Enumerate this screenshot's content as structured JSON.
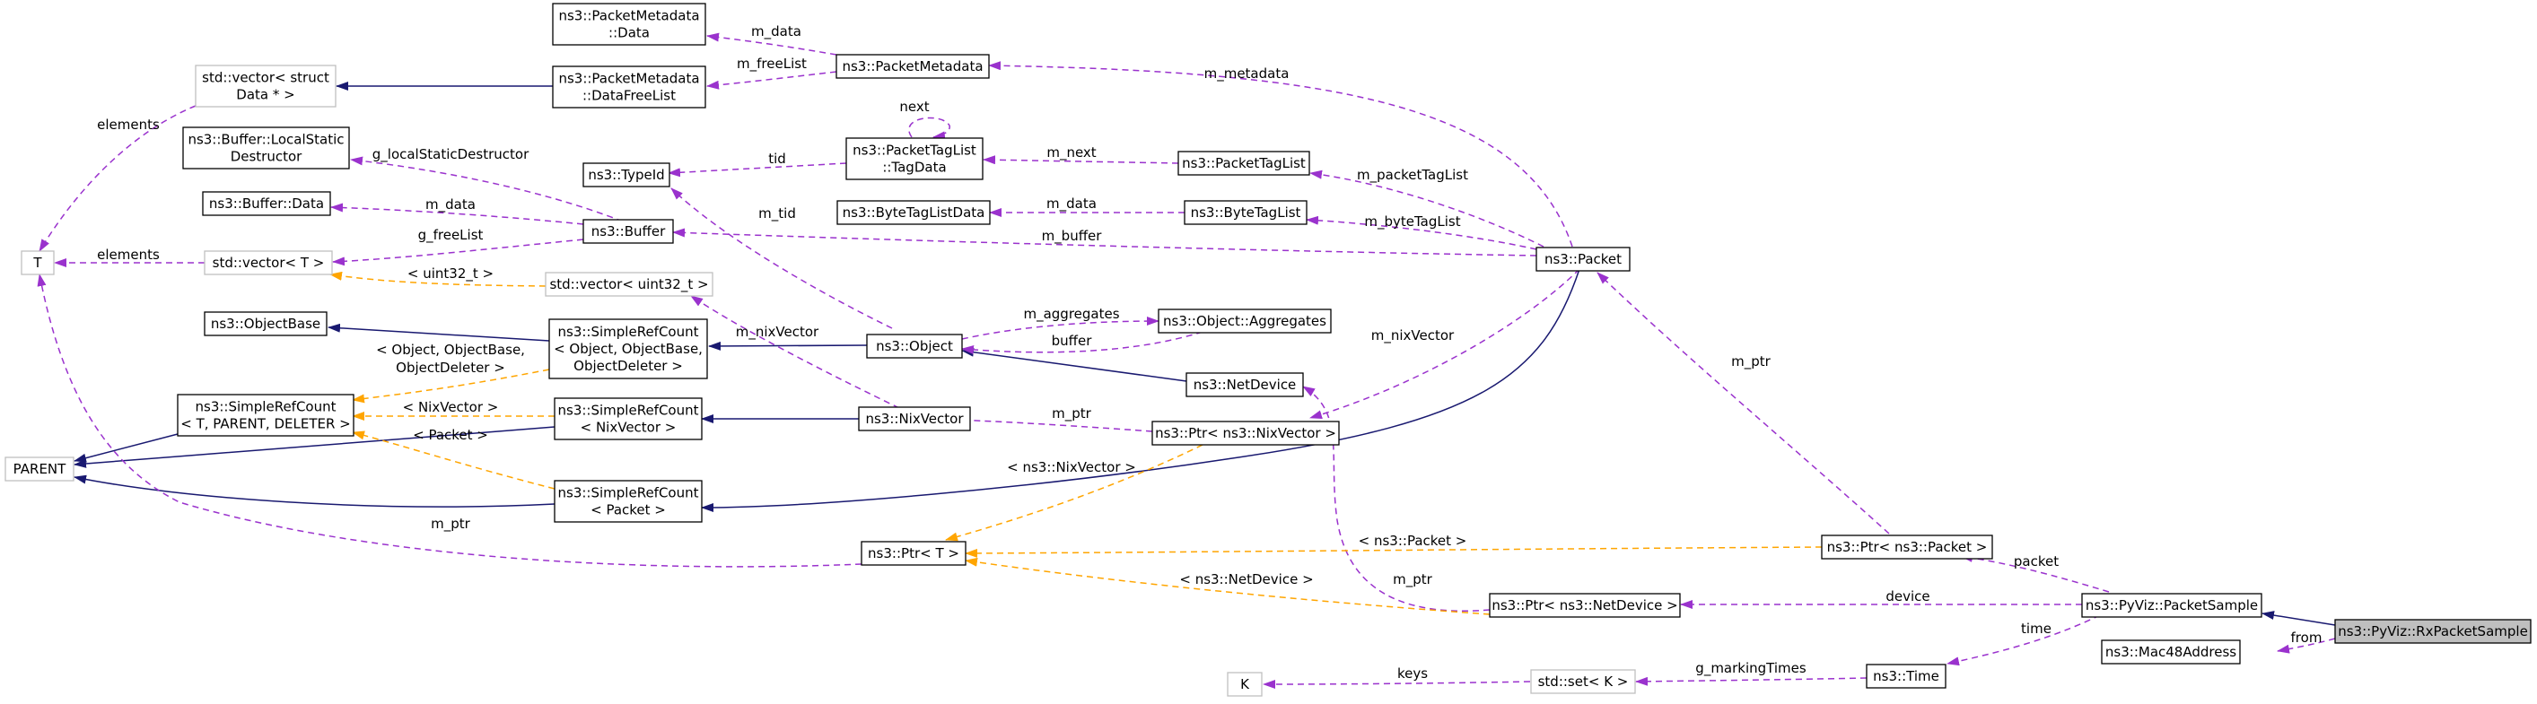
{
  "nodes": {
    "pm_data": [
      "ns3::PacketMetadata",
      "::Data"
    ],
    "pm_dfl": [
      "ns3::PacketMetadata",
      "::DataFreeList"
    ],
    "pm": [
      "ns3::PacketMetadata"
    ],
    "vec_struct": [
      "std::vector< struct",
      "Data * >"
    ],
    "buf_lsd": [
      "ns3::Buffer::LocalStatic",
      "Destructor"
    ],
    "buf_data": [
      "ns3::Buffer::Data"
    ],
    "T": [
      "T"
    ],
    "vec_T": [
      "std::vector< T >"
    ],
    "typeid": [
      "ns3::TypeId"
    ],
    "buffer": [
      "ns3::Buffer"
    ],
    "vec_u32": [
      "std::vector< uint32_t >"
    ],
    "tagdata": [
      "ns3::PacketTagList",
      "::TagData"
    ],
    "ptaglist": [
      "ns3::PacketTagList"
    ],
    "btagdata": [
      "ns3::ByteTagListData"
    ],
    "btaglist": [
      "ns3::ByteTagList"
    ],
    "packet": [
      "ns3::Packet"
    ],
    "objbase": [
      "ns3::ObjectBase"
    ],
    "src_obj": [
      "ns3::SimpleRefCount",
      "< Object, ObjectBase,",
      "ObjectDeleter >"
    ],
    "object": [
      "ns3::Object"
    ],
    "aggregates": [
      "ns3::Object::Aggregates"
    ],
    "netdevice": [
      "ns3::NetDevice"
    ],
    "src_tpd": [
      "ns3::SimpleRefCount",
      "< T, PARENT, DELETER >"
    ],
    "src_nix": [
      "ns3::SimpleRefCount",
      "< NixVector >"
    ],
    "nixvector": [
      "ns3::NixVector"
    ],
    "ptr_nix": [
      "ns3::Ptr< ns3::NixVector >"
    ],
    "parent": [
      "PARENT"
    ],
    "src_pkt": [
      "ns3::SimpleRefCount",
      "< Packet >"
    ],
    "ptr_T": [
      "ns3::Ptr< T >"
    ],
    "ptr_pkt": [
      "ns3::Ptr< ns3::Packet >"
    ],
    "ptr_nd": [
      "ns3::Ptr< ns3::NetDevice >"
    ],
    "pysample": [
      "ns3::PyViz::PacketSample"
    ],
    "rxsample": [
      "ns3::PyViz::RxPacketSample"
    ],
    "mac48": [
      "ns3::Mac48Address"
    ],
    "K": [
      "K"
    ],
    "set_K": [
      "std::set< K >"
    ],
    "time": [
      "ns3::Time"
    ]
  },
  "edge_labels": {
    "m_data_pm": "m_data",
    "m_freeList": "m_freeList",
    "m_metadata": "m_metadata",
    "elements_struct": "elements",
    "g_localStaticDestructor": "g_localStaticDestructor",
    "m_data_buf": "m_data",
    "g_freeList": "g_freeList",
    "elements_T": "elements",
    "uint32_t": "< uint32_t >",
    "tid": "tid",
    "next": "next",
    "m_next": "m_next",
    "m_packetTagList": "m_packetTagList",
    "m_data_btag": "m_data",
    "m_byteTagList": "m_byteTagList",
    "m_tid": "m_tid",
    "m_buffer": "m_buffer",
    "m_aggregates": "m_aggregates",
    "buffer": "buffer",
    "obj_template": "< Object, ObjectBase,",
    "obj_template2": "ObjectDeleter >",
    "m_nixVector_obj": "m_nixVector",
    "m_nixVector_pkt": "m_nixVector",
    "nix_template": "< NixVector >",
    "m_ptr_nix": "m_ptr",
    "packet_template": "< Packet >",
    "m_ptr_T": "m_ptr",
    "nix_ptr_template": "< ns3::NixVector >",
    "m_ptr_pkt": "m_ptr",
    "pkt_ptr_template": "< ns3::Packet >",
    "nd_ptr_template": "< ns3::NetDevice >",
    "m_ptr_nd": "m_ptr",
    "packet": "packet",
    "device": "device",
    "time": "time",
    "from": "from",
    "keys": "keys",
    "g_markingTimes": "g_markingTimes"
  },
  "colors": {
    "inheritance": "#191970",
    "usage": "#9a32cd",
    "template": "#ffa500",
    "grey_border": "#bfbfbf",
    "highlight_fill": "#bfbfbf"
  }
}
